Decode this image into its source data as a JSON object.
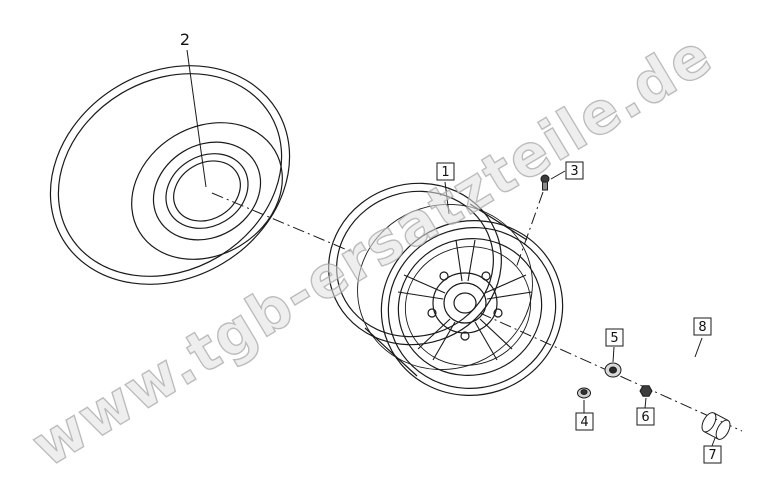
{
  "page": {
    "background": "#ffffff",
    "description": "Exploded-view spare parts diagram of a wheel and tire assembly"
  },
  "watermark": {
    "text": "www.tgb-ersatzteile.de",
    "color": "#b5b5b5"
  },
  "diagram": {
    "line_color": "#1a1a1a",
    "callouts": [
      {
        "number": "2",
        "part": "tire",
        "boxed": false
      },
      {
        "number": "1",
        "part": "rim",
        "boxed": true
      },
      {
        "number": "3",
        "part": "valve-stem",
        "boxed": true
      },
      {
        "number": "4",
        "part": "valve-nut",
        "boxed": true
      },
      {
        "number": "5",
        "part": "washer",
        "boxed": true
      },
      {
        "number": "6",
        "part": "hex-nut",
        "boxed": true
      },
      {
        "number": "7",
        "part": "cap",
        "boxed": true
      },
      {
        "number": "8",
        "part": "axle-reference",
        "boxed": true
      }
    ]
  }
}
